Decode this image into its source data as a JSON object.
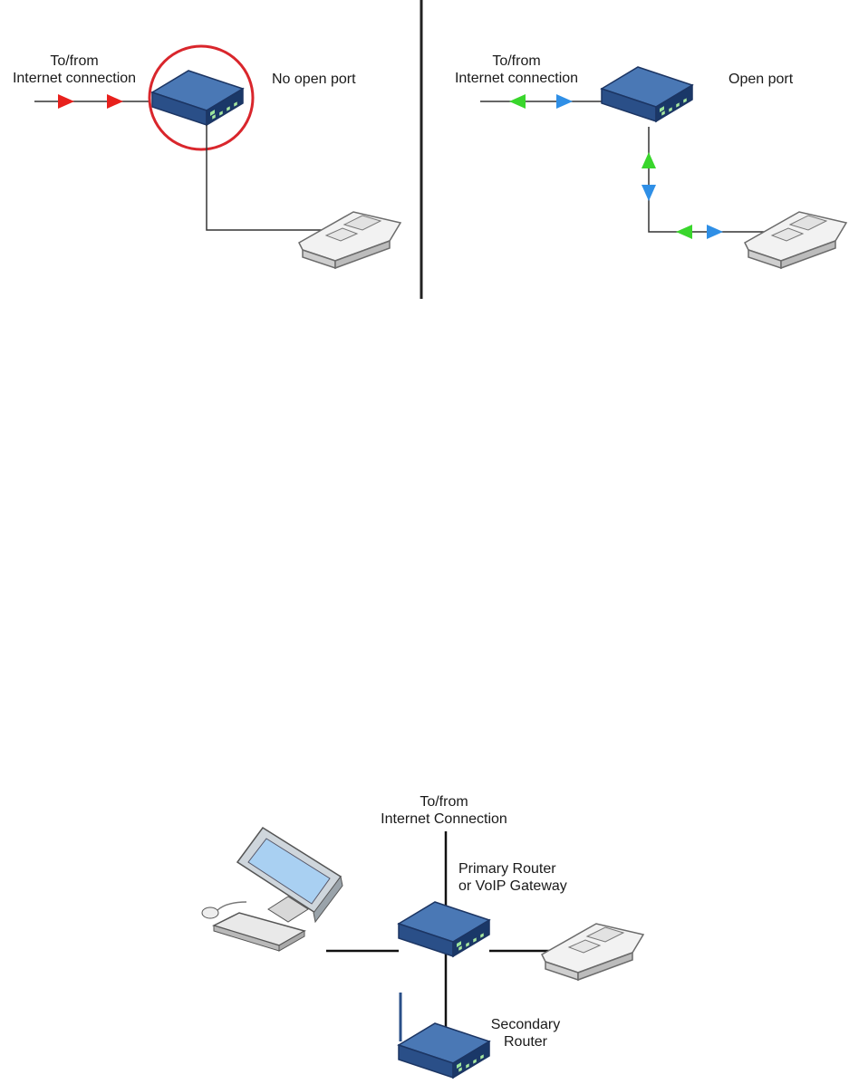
{
  "panel_left": {
    "link_label_line1": "To/from",
    "link_label_line2": "Internet connection",
    "status_label": "No open port"
  },
  "panel_right": {
    "link_label_line1": "To/from",
    "link_label_line2": "Internet connection",
    "status_label": "Open port"
  },
  "network": {
    "internet_label_line1": "To/from",
    "internet_label_line2": "Internet Connection",
    "primary_label_line1": "Primary Router",
    "primary_label_line2": "or VoIP Gateway",
    "secondary_label_line1": "Secondary",
    "secondary_label_line2": "Router"
  },
  "colors": {
    "router_top": "#3b6aa8",
    "router_side": "#1f3f73",
    "blocked_arrow": "#e8201c",
    "outbound_arrow": "#39d62c",
    "inbound_arrow": "#2f8fe6",
    "blocked_ring": "#d9262c"
  }
}
